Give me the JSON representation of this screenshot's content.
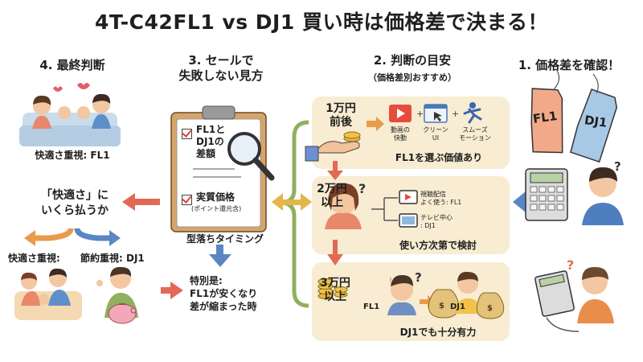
{
  "title": "4T-C42FL1 vs DJ1 買い時は価格差で決まる！",
  "step1": {
    "heading": "1. 価格差を確認！",
    "tag_fl1": "FL1",
    "tag_dj1": "DJ1"
  },
  "step2": {
    "heading": "2. 判断の目安",
    "subheading": "（価格差別おすすめ）",
    "tier1": {
      "label": "1万円\n前後",
      "icons": [
        "動画の\n快動",
        "クリーン\nUI",
        "スムーズ\nモーション"
      ],
      "conclusion": "FL1を選ぶ価値あり"
    },
    "tier2": {
      "label": "2万円\n以上",
      "use1": "視聴配信\nよく使う: FL1",
      "use2": "テレビ中心\n: DJ1",
      "conclusion": "使い方次第で検討"
    },
    "tier3": {
      "label": "3万円\n以上",
      "tag_fl1": "FL1",
      "tag_dj1": "DJ1",
      "conclusion": "DJ1でも十分有力"
    }
  },
  "step3": {
    "heading": "3. セールで\n失敗しない見方",
    "check1": "FL1と\nDJ1の\n差額",
    "check2": "実質価格",
    "check2_note": "(ポイント還元含)",
    "timing": "型落ちタイミング",
    "special": "特別是:\nFL1が安くなり\n差が縮まった時"
  },
  "step4": {
    "heading": "4. 最終判断",
    "comfort_label": "快適さ重視: FL1",
    "question": "「快適さ」に\nいくら払うか",
    "left_choice": "快適さ重視:",
    "right_choice": "節約重視: DJ1"
  },
  "colors": {
    "panel": "#f8ecd2",
    "arrow_red": "#e26a55",
    "arrow_blue": "#5b86c4",
    "arrow_green": "#8fb05d",
    "arrow_yellow": "#e4b64a",
    "arrow_orange": "#e89b4a"
  }
}
